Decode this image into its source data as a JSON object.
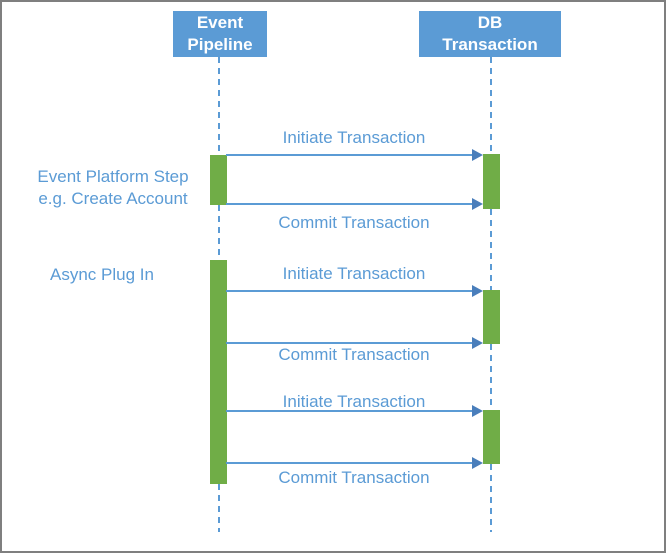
{
  "colors": {
    "accent_blue": "#5B9BD5",
    "arrowhead_blue": "#4A7EBB",
    "bar_green": "#70AD47",
    "frame_gray": "#7F7F7F",
    "background": "#FFFFFF"
  },
  "diagram_type": "sequence-diagram",
  "lifelines": [
    {
      "id": "event-pipeline",
      "label": "Event Pipeline",
      "label_lines": [
        "Event",
        "Pipeline"
      ]
    },
    {
      "id": "db-transaction",
      "label": "DB Transaction",
      "label_lines": [
        "DB",
        "Transaction"
      ]
    }
  ],
  "annotations": [
    {
      "id": "event-platform-step",
      "lines": [
        "Event Platform Step",
        "e.g. Create Account"
      ]
    },
    {
      "id": "async-plug-in",
      "lines": [
        "Async Plug In"
      ]
    }
  ],
  "messages": [
    {
      "label": "Initiate Transaction",
      "from": "event-pipeline",
      "to": "db-transaction"
    },
    {
      "label": "Commit Transaction",
      "from": "event-pipeline",
      "to": "db-transaction"
    },
    {
      "label": "Initiate Transaction",
      "from": "event-pipeline",
      "to": "db-transaction"
    },
    {
      "label": "Commit Transaction",
      "from": "event-pipeline",
      "to": "db-transaction"
    },
    {
      "label": "Initiate Transaction",
      "from": "event-pipeline",
      "to": "db-transaction"
    },
    {
      "label": "Commit Transaction",
      "from": "event-pipeline",
      "to": "db-transaction"
    }
  ]
}
